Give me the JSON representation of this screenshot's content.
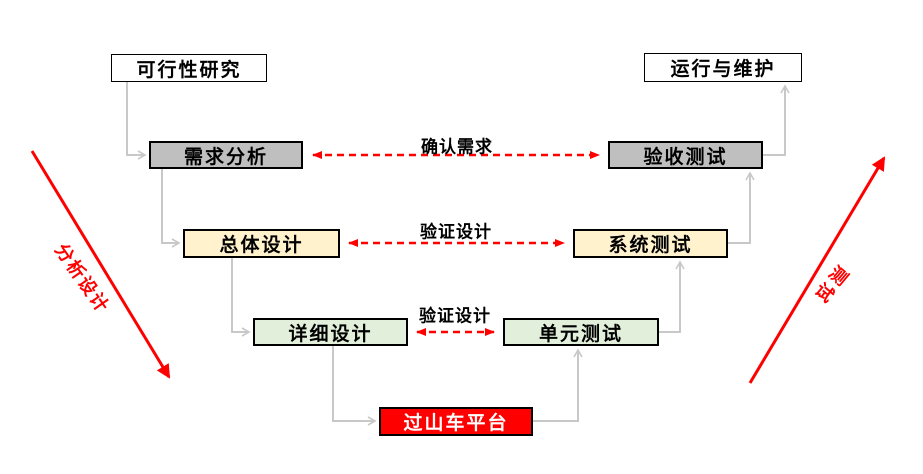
{
  "diagram": {
    "type": "v-model-process-diagram",
    "nodes": {
      "feasibility": {
        "label": "可行性研究"
      },
      "requirements": {
        "label": "需求分析"
      },
      "overall": {
        "label": "总体设计"
      },
      "detailed": {
        "label": "详细设计"
      },
      "platform": {
        "label": "过山车平台"
      },
      "unit": {
        "label": "单元测试"
      },
      "system": {
        "label": "系统测试"
      },
      "acceptance": {
        "label": "验收测试"
      },
      "operation": {
        "label": "运行与维护"
      }
    },
    "links": {
      "confirm_requirements": {
        "label": "确认需求"
      },
      "verify_design_system": {
        "label": "验证设计"
      },
      "verify_design_unit": {
        "label": "验证设计"
      }
    },
    "side_labels": {
      "left": {
        "label": "分析设计"
      },
      "right": {
        "label": "测试"
      }
    },
    "colors": {
      "red": "#ff0000",
      "gray_box": "#bfbfbf",
      "cream_box": "#fff2cc",
      "green_box": "#e2efda",
      "white_box": "#ffffff",
      "connector_gray": "#c8c8c8",
      "border": "#000000"
    }
  }
}
